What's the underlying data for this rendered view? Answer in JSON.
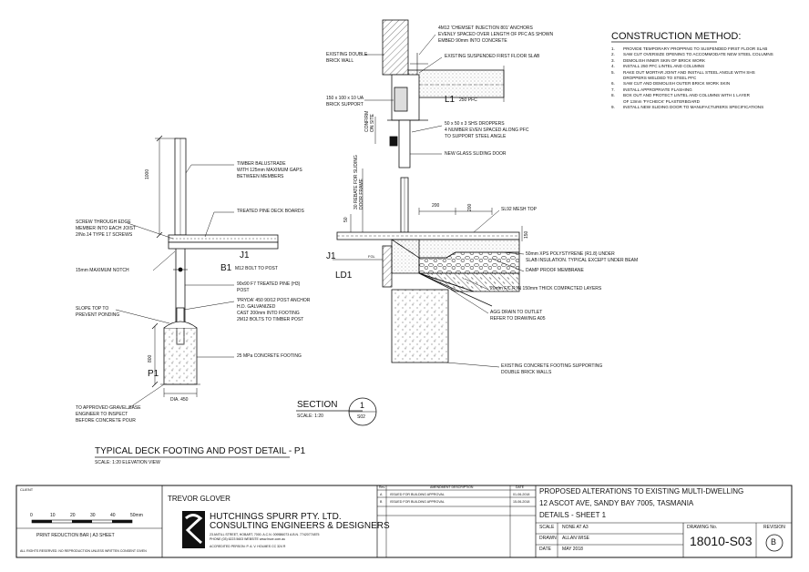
{
  "notes": {
    "heading": "CONSTRUCTION METHOD:",
    "items": [
      {
        "n": "1.",
        "text": "PROVIDE TEMPORARY PROPPING TO SUSPENDED FIRST FLOOR SLAB"
      },
      {
        "n": "2.",
        "text": "SAW CUT OVERSIZE OPENING TO ACCOMMODATE NEW STEEL COLUMNS"
      },
      {
        "n": "3.",
        "text": "DEMOLISH INNER SKIN OF BRICK WORK"
      },
      {
        "n": "4.",
        "text": "INSTALL 250 PFC LINTEL AND COLUMNS"
      },
      {
        "n": "5.",
        "text": "RAKE OUT MORTAR JOINT AND INSTALL STEEL ANGLE WITH SHS"
      },
      {
        "n": "",
        "text": "DROPPERS WELDED TO STEEL PFC"
      },
      {
        "n": "6.",
        "text": "SAW CUT AND DEMOLISH OUTER BRICK WORK SKIN"
      },
      {
        "n": "7.",
        "text": "INSTALL APPROPRIATE FLASHING"
      },
      {
        "n": "8.",
        "text": "BOX OUT AND PROTECT LINTEL AND COLUMNS WITH 1 LAYER"
      },
      {
        "n": "",
        "text": "OF 13mm 'FYCHECK' PLASTERBOARD"
      },
      {
        "n": "9.",
        "text": "INSTALL NEW SLIDING DOOR TO MANUFACTURERS SPECIFICATIONS"
      }
    ]
  },
  "deck": {
    "dim_1000": "1000",
    "dim_800": "800",
    "lbl_balustrade": [
      "TIMBER BALUSTRADE",
      "WITH 125mm MAXIMUM GAPS",
      "BETWEEN MEMBERS"
    ],
    "lbl_screw": [
      "SCREW THROUGH EDGE",
      "MEMBER INTO EACH JOIST",
      "2/No.14 TYPE 17 SCREWS"
    ],
    "lbl_deckboards": "TREATED PINE DECK BOARDS",
    "tag_j1": "J1",
    "lbl_notch": "15mm MAXIMUM NOTCH",
    "tag_b1": "B1",
    "lbl_bolt": "M12 BOLT TO POST",
    "lbl_post": [
      "90x90 F7 TREATED PINE (H3)",
      "POST"
    ],
    "lbl_slope": [
      "SLOPE TOP TO",
      "PREVENT PONDING"
    ],
    "lbl_anchor": [
      "'PRYDA' 450 90/12 POST ANCHOR",
      "H.D. GALVANIZED",
      "CAST 200mm INTO FOOTING",
      "2M12 BOLTS TO TIMBER POST"
    ],
    "lbl_footing": "25 MPa CONCRETE FOOTING",
    "tag_p1": "P1",
    "dia": "DIA. 450",
    "lbl_gravel": [
      "TO APPROVED GRAVEL BASE",
      "ENGINEER TO INSPECT",
      "BEFORE CONCRETE POUR"
    ]
  },
  "section": {
    "lbl_anchors": [
      "4M12 'CHEMSET INJECTION 801' ANCHORS",
      "EVENLY SPACED OVER LENGTH OF PFC AS SHOWN",
      "EMBED 90mm INTO CONCRETE"
    ],
    "lbl_brickwall": [
      "EXISTING DOUBLE",
      "BRICK WALL"
    ],
    "lbl_slab": "EXISTING SUSPENDED FIRST FLOOR SLAB",
    "lbl_ua": [
      "150 x 100 x 10 UA",
      "BRICK SUPPORT"
    ],
    "tag_l1": "L1",
    "l1_spec": "250 PFC",
    "lbl_confirm": [
      "CONFIRM",
      "ON SITE"
    ],
    "lbl_droppers": [
      "50 x 50 x 3 SHS DROPPERS",
      "4 NUMBER EVEN SPACED ALONG PFC",
      "TO SUPPORT STEEL ANGLE"
    ],
    "lbl_glass": "NEW GLASS SLIDING DOOR",
    "lbl_rebate": [
      "30 REBATE FOR SLIDING",
      "DOOR FRAME"
    ],
    "dim_200a": "200",
    "dim_200b": "200",
    "dim_50": "50",
    "dim_150": "150",
    "lbl_mesh": "SL92 MESH TOP",
    "tag_j1": "J1",
    "tag_ld1": "LD1",
    "fgl": "FGL",
    "lbl_xps": [
      "50mm XPS POLYSTYRENE (R1.8) UNDER",
      "SLAB INSULATION. TYPICAL EXCEPT UNDER BEAM"
    ],
    "lbl_dpm": "DAMP PROOF MEMBRANE",
    "lbl_fcr": "20mm F.C.R IN 150mm THICK COMPACTED LAYERS",
    "lbl_agg": [
      "AGG DRAIN TO OUTLET",
      "REFER TO DRAWING A05"
    ],
    "lbl_exfooting": [
      "EXISTING CONCRETE FOOTING SUPPORTING",
      "DOUBLE BRICK WALLS"
    ]
  },
  "section_marker": {
    "title": "SECTION",
    "scale": "SCALE:  1:20",
    "num": "1",
    "sheet": "S02"
  },
  "deck_title": {
    "title": "TYPICAL DECK FOOTING AND POST DETAIL - P1",
    "scale": "SCALE: 1:20   ELEVATION VIEW"
  },
  "titleblock": {
    "client_label": "CLIENT",
    "client": "TREVOR GLOVER",
    "scale_ticks": [
      "0",
      "10",
      "20",
      "30",
      "40",
      "50mm"
    ],
    "reduction": "PRINT REDUCTION BAR  |  A3 SHEET",
    "copyright": "ALL RIGHTS RESERVED. NO REPRODUCTION UNLESS WRITTEN CONSENT GIVEN",
    "firm": "HUTCHINGS SPURR PTY. LTD.",
    "firm_sub": "CONSULTING ENGINEERS & DESIGNERS",
    "firm_addr": "23 ANTILL STREET, HOBART, 7000.  A.C.N. 009586073  A.B.N. 77420774875",
    "firm_phone": "PHONE (03) 6223 5603   WEBSITE www.hsce.com.au",
    "accredited": "ACCREDITED PERSON:  P. A. V. HOLMES  CC 324 R",
    "rev_headers": [
      "Rev.",
      "AMENDMENT DESCRIPTION",
      "DATE"
    ],
    "revisions": [
      {
        "rev": "A",
        "desc": "ISSUED FOR BUILDING APPROVAL",
        "date": "01-06-2018"
      },
      {
        "rev": "B",
        "desc": "ISSUED FOR BUILDING APPROVAL",
        "date": "15-06-2018"
      }
    ],
    "project_lines": [
      "PROPOSED ALTERATIONS TO EXISTING MULTI-DWELLING",
      "12 ASCOT AVE, SANDY BAY 7005, TASMANIA",
      "DETAILS - SHEET 1"
    ],
    "scale_label": "SCALE",
    "scale_value": "NONE AT A3",
    "drawn_label": "DRAWN",
    "drawn_value": "ALLAN WISE",
    "date_label": "DATE",
    "date_value": "MAY 2018",
    "drawing_no_label": "DRAWING No.",
    "drawing_no": "18010-S03",
    "revision_label": "REVISION",
    "revision": "B"
  },
  "colors": {
    "ink": "#111111",
    "hatch": "#555555",
    "concrete": "#bbbbbb"
  }
}
